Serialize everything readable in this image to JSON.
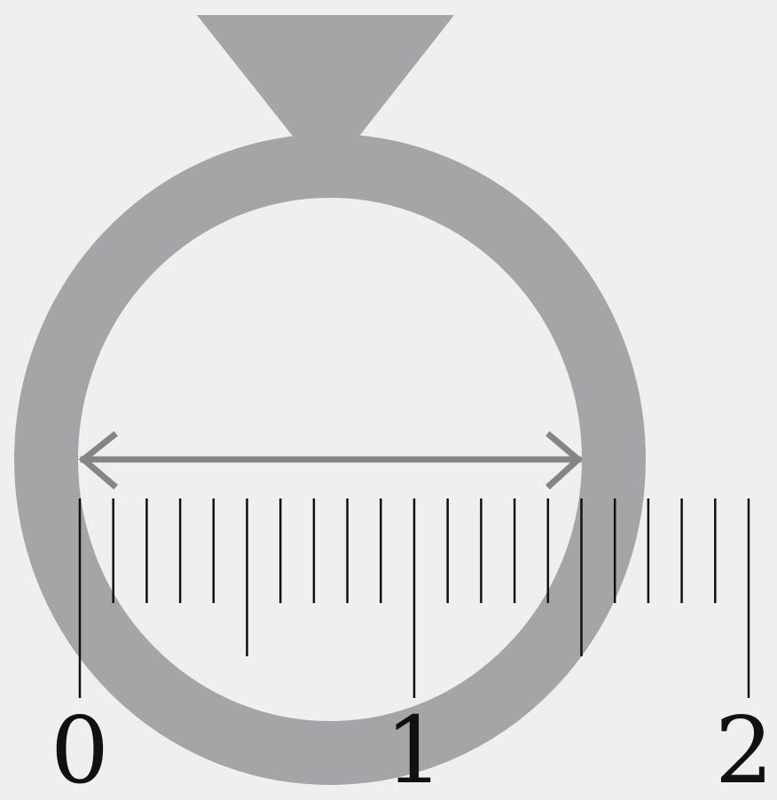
{
  "colors": {
    "background": "#efefef",
    "ring": "#a4a5a7",
    "arrow": "#848587",
    "ticks": "#111111"
  },
  "diagram": {
    "ruler": {
      "labels": [
        "0",
        "1",
        "2"
      ],
      "subdivisions_per_unit": 10
    },
    "icons": [
      "diamond-icon",
      "ring-band-icon",
      "diameter-arrow-icon"
    ]
  }
}
